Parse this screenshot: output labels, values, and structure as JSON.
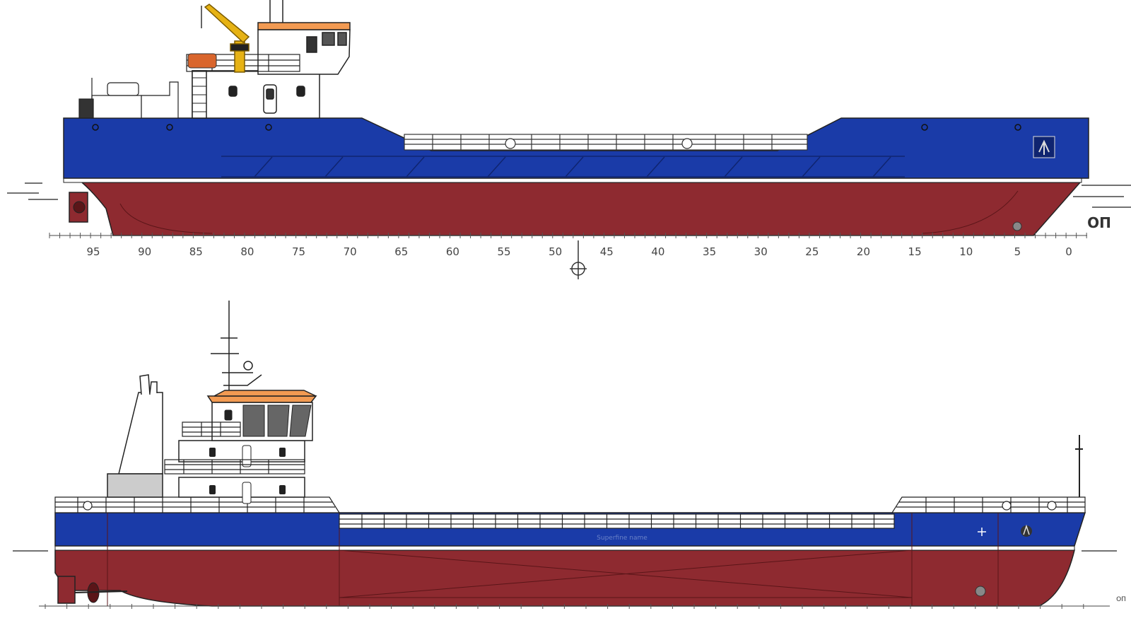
{
  "colors": {
    "hull_red": "#8e2a30",
    "deck_blue": "#1a3ba8",
    "roof_orange": "#f29a52",
    "crane_yellow": "#e6b214",
    "superstructure": "#ffffff",
    "line": "#222222"
  },
  "upper_view": {
    "frame_labels": [
      "95",
      "90",
      "85",
      "80",
      "75",
      "70",
      "65",
      "60",
      "55",
      "50",
      "45",
      "40",
      "35",
      "30",
      "25",
      "20",
      "15",
      "10",
      "5",
      "0"
    ],
    "baseline_label": "ОП"
  },
  "lower_view": {
    "baseline_label": "ОП",
    "hull_name": "Superfine name"
  }
}
